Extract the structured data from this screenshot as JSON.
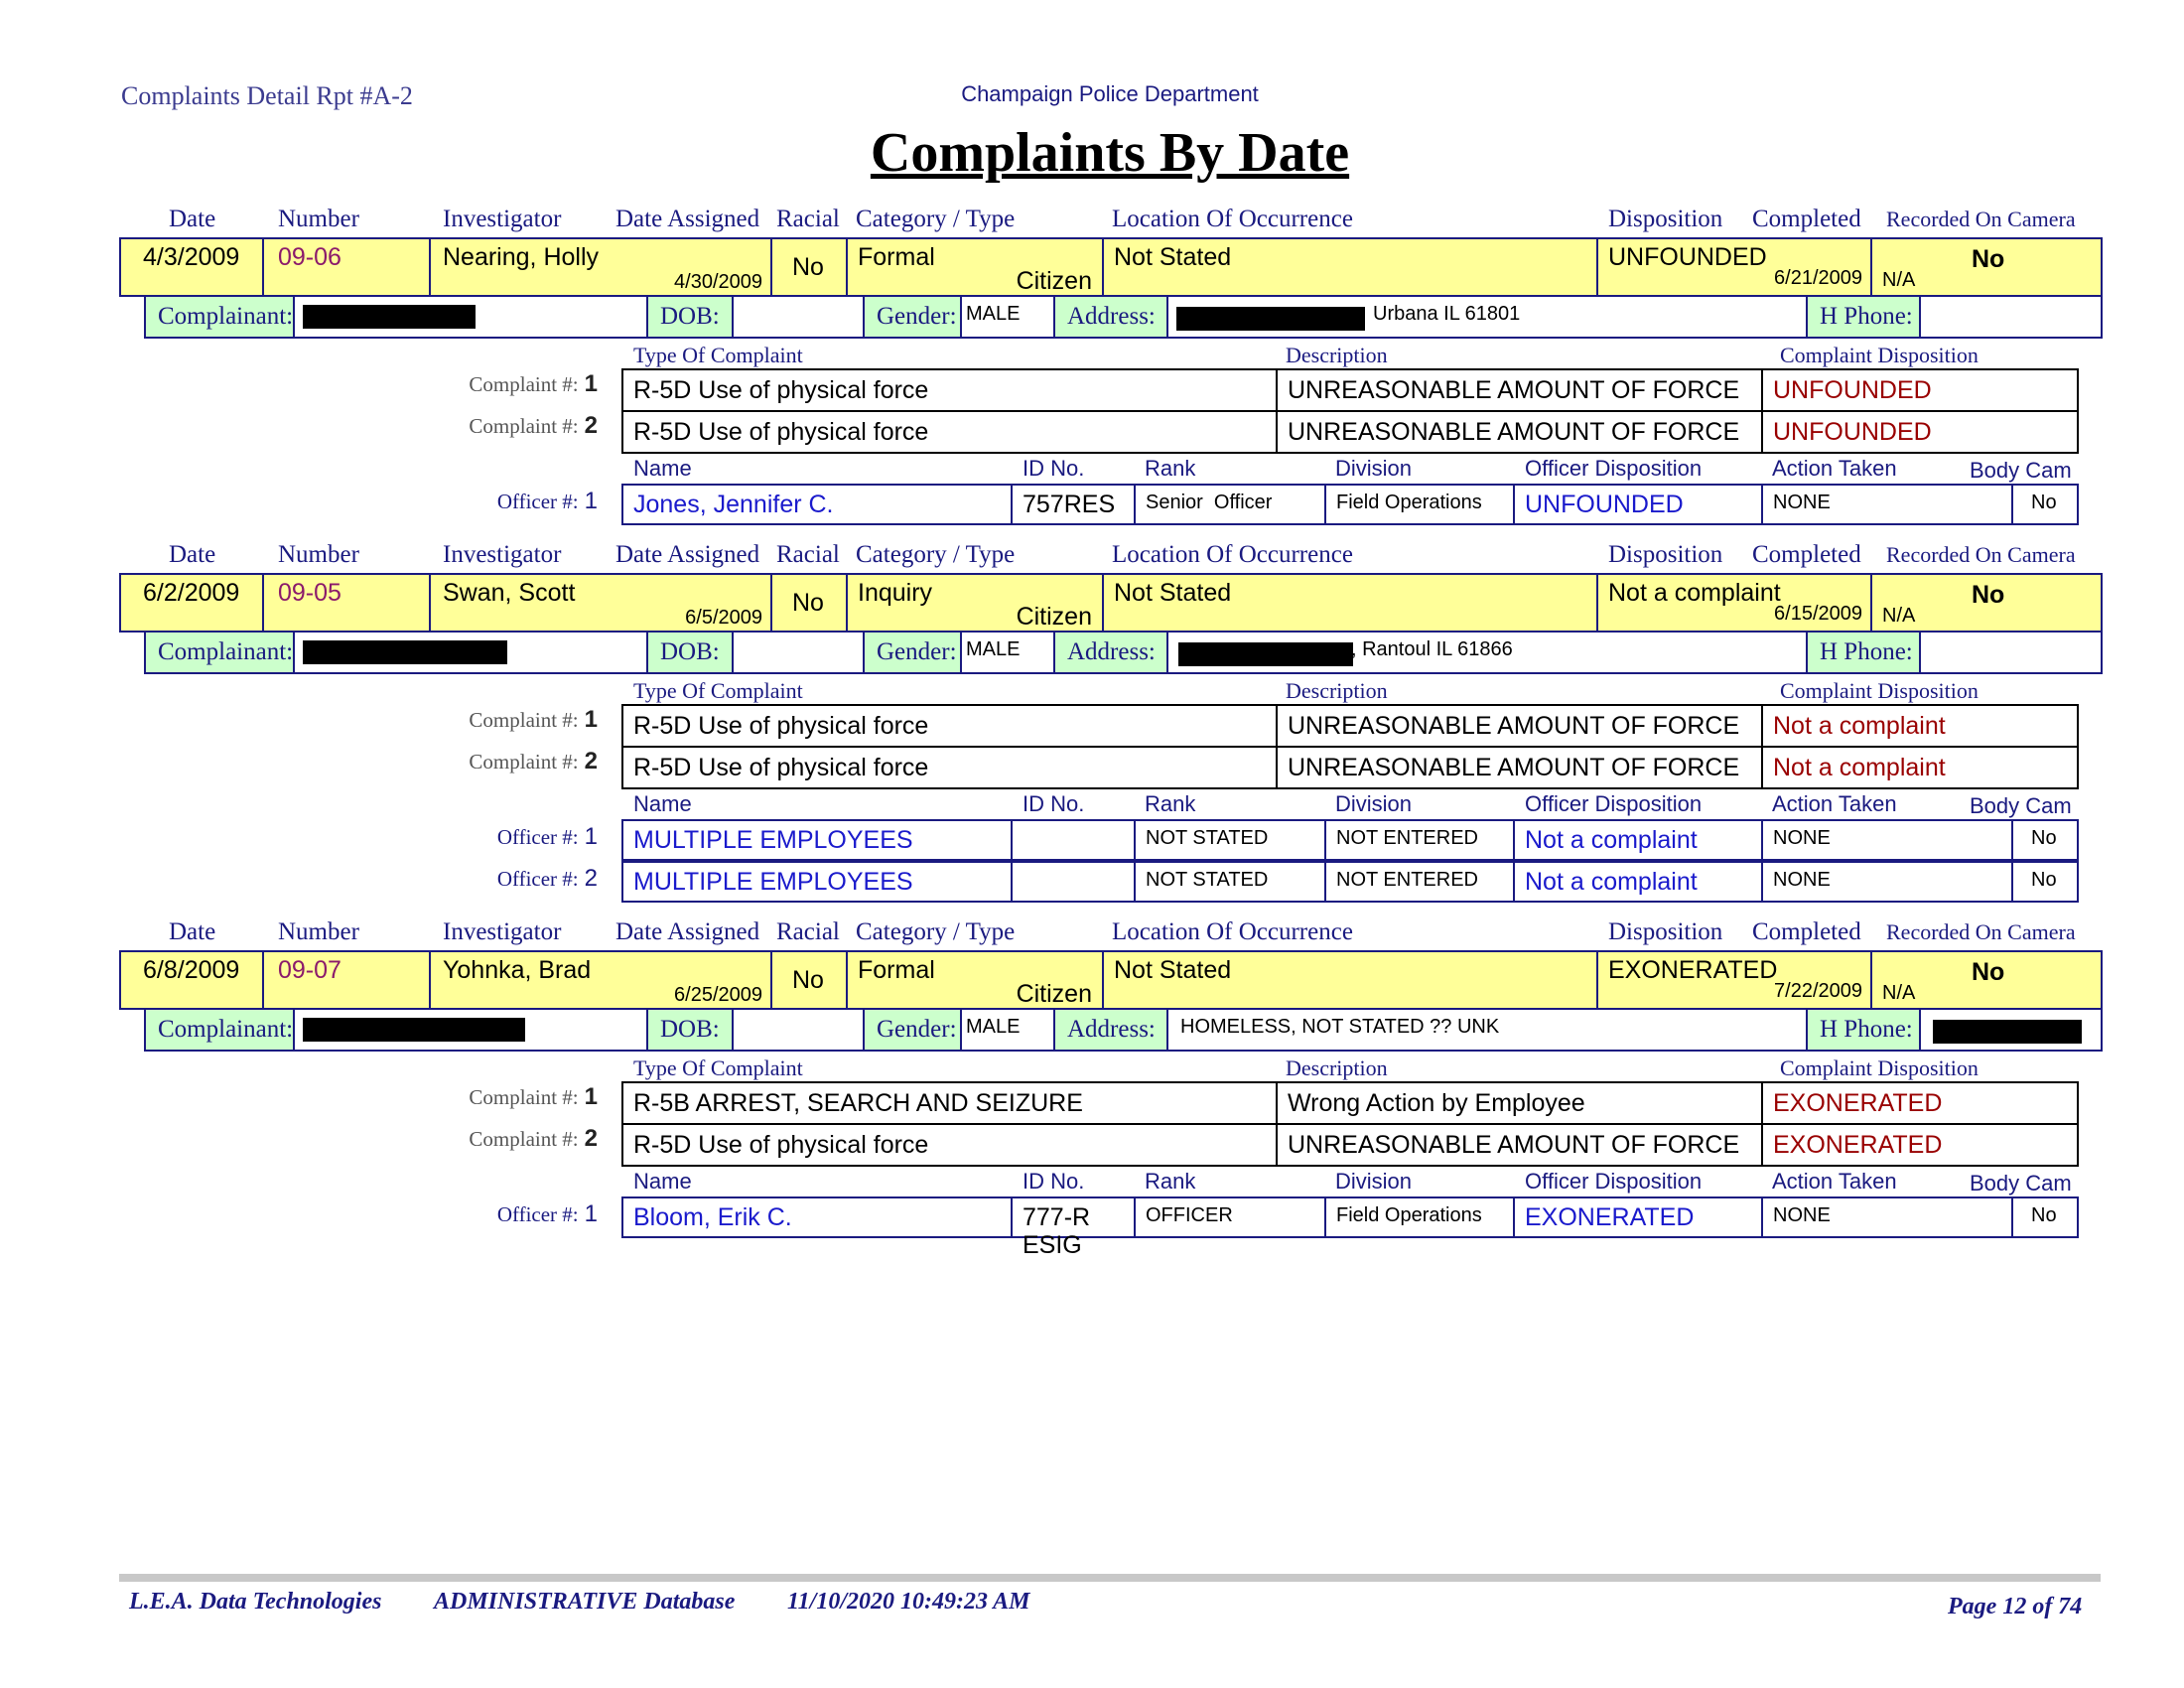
{
  "report": {
    "id_label": "Complaints Detail Rpt #A-2",
    "department": "Champaign Police Department",
    "title": "Complaints By Date"
  },
  "headers": {
    "date": "Date",
    "number": "Number",
    "investigator": "Investigator",
    "date_assigned": "Date Assigned",
    "racial": "Racial",
    "category_type": "Category / Type",
    "location": "Location Of Occurrence",
    "disposition": "Disposition",
    "completed": "Completed",
    "recorded_on_camera": "Recorded On Camera",
    "complainant": "Complainant:",
    "dob": "DOB:",
    "gender": "Gender:",
    "address": "Address:",
    "h_phone": "H Phone:",
    "type_of_complaint": "Type Of Complaint",
    "description": "Description",
    "complaint_disposition": "Complaint Disposition",
    "complaint_num": "Complaint #:",
    "officer_num": "Officer #:",
    "name": "Name",
    "id_no": "ID No.",
    "rank": "Rank",
    "division": "Division",
    "officer_disposition": "Officer Disposition",
    "action_taken": "Action Taken",
    "body_cam": "Body Cam"
  },
  "complaints": [
    {
      "date": "4/3/2009",
      "number": "09-06",
      "investigator": "Nearing, Holly",
      "date_assigned": "4/30/2009",
      "racial": "No",
      "category": "Formal",
      "type": "Citizen",
      "location": "Not Stated",
      "disposition": "UNFOUNDED",
      "completed": "6/21/2009",
      "camera_na": "N/A",
      "camera": "No",
      "gender": "MALE",
      "address": "Urbana IL 61801",
      "items": [
        {
          "n": "1",
          "type": "R-5D Use of physical force",
          "description": "UNREASONABLE AMOUNT OF FORCE",
          "disposition": "UNFOUNDED"
        },
        {
          "n": "2",
          "type": "R-5D Use of physical force",
          "description": "UNREASONABLE AMOUNT OF FORCE",
          "disposition": "UNFOUNDED"
        }
      ],
      "officers": [
        {
          "n": "1",
          "name": "Jones, Jennifer C.",
          "id_no": "757RES",
          "rank": "Senior  Officer",
          "division": "Field Operations",
          "disposition": "UNFOUNDED",
          "action": "NONE",
          "body_cam": "No"
        }
      ]
    },
    {
      "date": "6/2/2009",
      "number": "09-05",
      "investigator": "Swan, Scott",
      "date_assigned": "6/5/2009",
      "racial": "No",
      "category": "Inquiry",
      "type": "Citizen",
      "location": "Not Stated",
      "disposition": "Not a complaint",
      "completed": "6/15/2009",
      "camera_na": "N/A",
      "camera": "No",
      "gender": "MALE",
      "address": ", Rantoul IL 61866",
      "items": [
        {
          "n": "1",
          "type": "R-5D Use of physical force",
          "description": "UNREASONABLE AMOUNT OF FORCE",
          "disposition": "Not a complaint"
        },
        {
          "n": "2",
          "type": "R-5D Use of physical force",
          "description": "UNREASONABLE AMOUNT OF FORCE",
          "disposition": "Not a complaint"
        }
      ],
      "officers": [
        {
          "n": "1",
          "name": "MULTIPLE EMPLOYEES",
          "id_no": "",
          "rank": "NOT STATED",
          "division": "NOT ENTERED",
          "disposition": "Not a complaint",
          "action": "NONE",
          "body_cam": "No"
        },
        {
          "n": "2",
          "name": "MULTIPLE EMPLOYEES",
          "id_no": "",
          "rank": "NOT STATED",
          "division": "NOT ENTERED",
          "disposition": "Not a complaint",
          "action": "NONE",
          "body_cam": "No"
        }
      ]
    },
    {
      "date": "6/8/2009",
      "number": "09-07",
      "investigator": "Yohnka, Brad",
      "date_assigned": "6/25/2009",
      "racial": "No",
      "category": "Formal",
      "type": "Citizen",
      "location": "Not Stated",
      "disposition": "EXONERATED",
      "completed": "7/22/2009",
      "camera_na": "N/A",
      "camera": "No",
      "gender": "MALE",
      "address": "HOMELESS, NOT STATED ?? UNK",
      "items": [
        {
          "n": "1",
          "type": "R-5B ARREST, SEARCH AND SEIZURE",
          "description": "Wrong Action by Employee",
          "disposition": "EXONERATED"
        },
        {
          "n": "2",
          "type": "R-5D Use of physical force",
          "description": "UNREASONABLE AMOUNT OF FORCE",
          "disposition": "EXONERATED"
        }
      ],
      "officers": [
        {
          "n": "1",
          "name": "Bloom, Erik C.",
          "id_no": "777-RESIG",
          "rank": "OFFICER",
          "division": "Field Operations",
          "disposition": "EXONERATED",
          "action": "NONE",
          "body_cam": "No"
        }
      ]
    }
  ],
  "footer": {
    "vendor": "L.E.A. Data Technologies",
    "database": "ADMINISTRATIVE Database",
    "timestamp": "11/10/2020 10:49:23 AM",
    "page": "Page 12 of 74"
  }
}
